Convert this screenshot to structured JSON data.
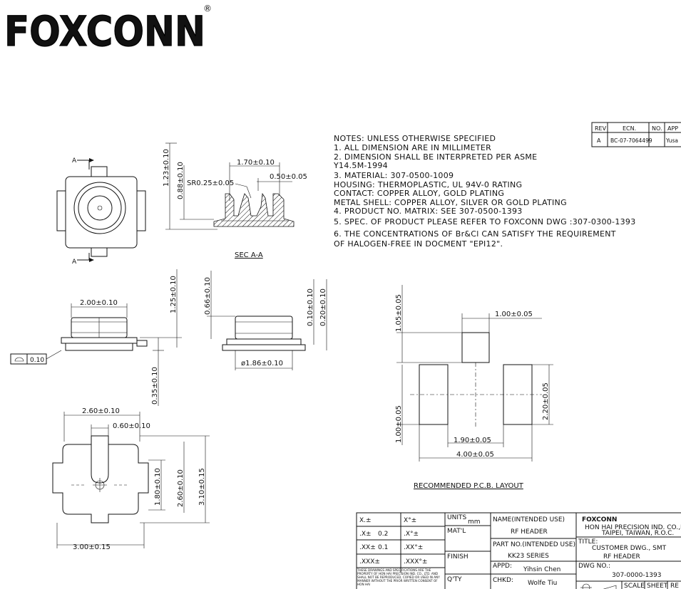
{
  "brand": {
    "logo": "FOXCONN",
    "registered": "®",
    "colors": {
      "logo_fill": "#1d2f98",
      "ink": "#111111"
    }
  },
  "revision_table": {
    "headers": [
      "REV",
      "ECN.",
      "NO.",
      "APP"
    ],
    "row": [
      "A",
      "BC-07-7064499",
      "Yusa"
    ]
  },
  "notes": {
    "lines": [
      "NOTES: UNLESS OTHERWISE SPECIFIED",
      "1. ALL DIMENSION ARE IN MILLIMETER",
      "2. DIMENSION SHALL BE INTERPRETED PER ASME",
      "    Y14.5M-1994",
      "3. MATERIAL: 307-0500-1009",
      "    HOUSING: THERMOPLASTIC, UL 94V-0 RATING",
      "    CONTACT: COPPER ALLOY, GOLD PLATING",
      "    METAL SHELL: COPPER ALLOY, SILVER OR GOLD PLATING",
      "4. PRODUCT NO. MATRIX:   SEE 307-0500-1393",
      "5. SPEC. OF PRODUCT PLEASE REFER TO FOXCONN DWG :307-0300-1393",
      "6. THE CONCENTRATIONS OF Br&Cl CAN SATISFY THE REQUIREMENT",
      "    OF HALOGEN-FREE IN DOCMENT \"EPI12\"."
    ]
  },
  "top_view": {
    "section_mark_top": "A",
    "section_mark_bottom": "A",
    "dim_height_outer": "1.23±0.10",
    "dim_height_inner": "0.88±0.10"
  },
  "section_view": {
    "dim_top": "1.70±0.10",
    "dim_radius": "SR0.25±0.05",
    "dim_right": "0.50±0.05",
    "caption": "SEC A-A"
  },
  "side_views": {
    "dim_width": "2.00±0.10",
    "dim_height": "1.25±0.10",
    "dim_standoff": "0.35±0.10",
    "flatness_value": "0.10",
    "dim_height_right": "0.66±0.10",
    "dim_small_a": "0.10±0.10",
    "dim_small_b": "0.20±0.10",
    "dim_diameter": "ø1.86±0.10"
  },
  "bottom_view": {
    "dim_width_top": "2.60±0.10",
    "dim_slot": "0.60±0.10",
    "dim_h_inner": "1.80±0.10",
    "dim_h_mid": "2.60±0.10",
    "dim_h_outer": "3.10±0.15",
    "dim_width_bottom": "3.00±0.15"
  },
  "pcb_layout": {
    "dim_top_pad_height": "1.05±0.05",
    "dim_top_pad_width": "1.00±0.05",
    "dim_side_pad_height": "2.20±0.05",
    "dim_side_pad_width": "1.00±0.05",
    "dim_gap": "1.90±0.05",
    "dim_total": "4.00±0.05",
    "caption": "RECOMMENDED P.C.B. LAYOUT"
  },
  "title_block": {
    "tol": {
      "r1": [
        "X.±",
        "X°±"
      ],
      "r2": [
        ".X±",
        "0.2",
        ".X°±"
      ],
      "r3": [
        ".XX±",
        "0.1",
        ".XX°±"
      ],
      "r4": [
        ".XXX±",
        ".XXX°±"
      ]
    },
    "units_label": "UNITS",
    "units_value": "mm",
    "matl_label": "MAT'L",
    "finish_label": "FINISH",
    "qty_label": "Q'TY",
    "disclaimer": "THESE DRAWINGS AND SPECIFICATIONS ARE THE PROPERTY OF HON HAI PRECISION IND. CO., LTD. AND SHALL NOT BE REPRODUCED, COPIED OR USED IN ANY MANNER WITHOUT THE PRIOR WRITTEN CONSENT OF HON HAI",
    "name_label": "NAME(INTENDED USE)",
    "name_value": "RF HEADER",
    "partno_label": "PART NO.(INTENDED USE)",
    "partno_value": "KK23 SERIES",
    "appd_label": "APPD:",
    "appd_value": "Yihsin Chen",
    "chkd_label": "CHKD:",
    "chkd_value": "Wolfe Tiu",
    "company_logo": "FOXCONN",
    "company_name": "HON HAI PRECISION IND. CO.,LTD",
    "company_city": "TAIPEI, TAIWAN, R.O.C.",
    "title_label": "TITLE:",
    "title_line1": "CUSTOMER DWG., SMT",
    "title_line2": "RF HEADER",
    "dwgno_label": "DWG NO.:",
    "dwgno_value": "307-0000-1393",
    "scale_label": "SCALE",
    "sheet_label": "SHEET",
    "rev_label": "RE"
  }
}
